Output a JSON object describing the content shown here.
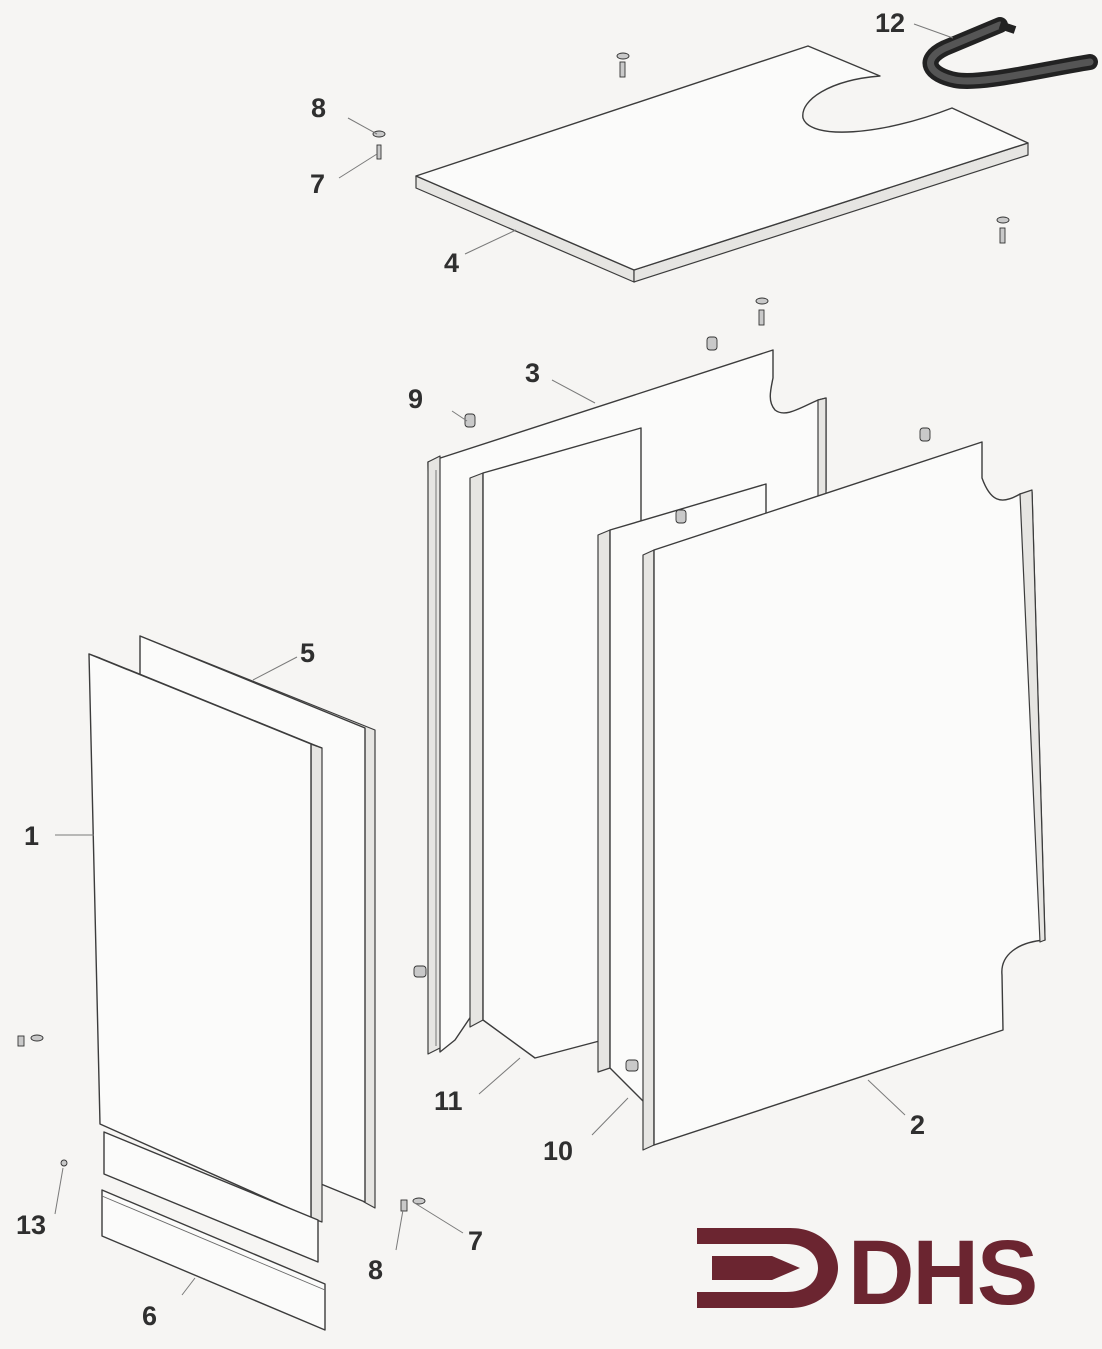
{
  "callouts": {
    "c1": "1",
    "c2": "2",
    "c3": "3",
    "c4": "4",
    "c5": "5",
    "c6": "6",
    "c7a": "7",
    "c7b": "7",
    "c8a": "8",
    "c8b": "8",
    "c9": "9",
    "c10": "10",
    "c11": "11",
    "c12": "12",
    "c13": "13"
  },
  "logo": {
    "text": "DHS",
    "color": "#6b2530"
  },
  "colors": {
    "line": "#3c3c3c",
    "panel": "#fbfbfa",
    "background": "#f6f5f3"
  }
}
